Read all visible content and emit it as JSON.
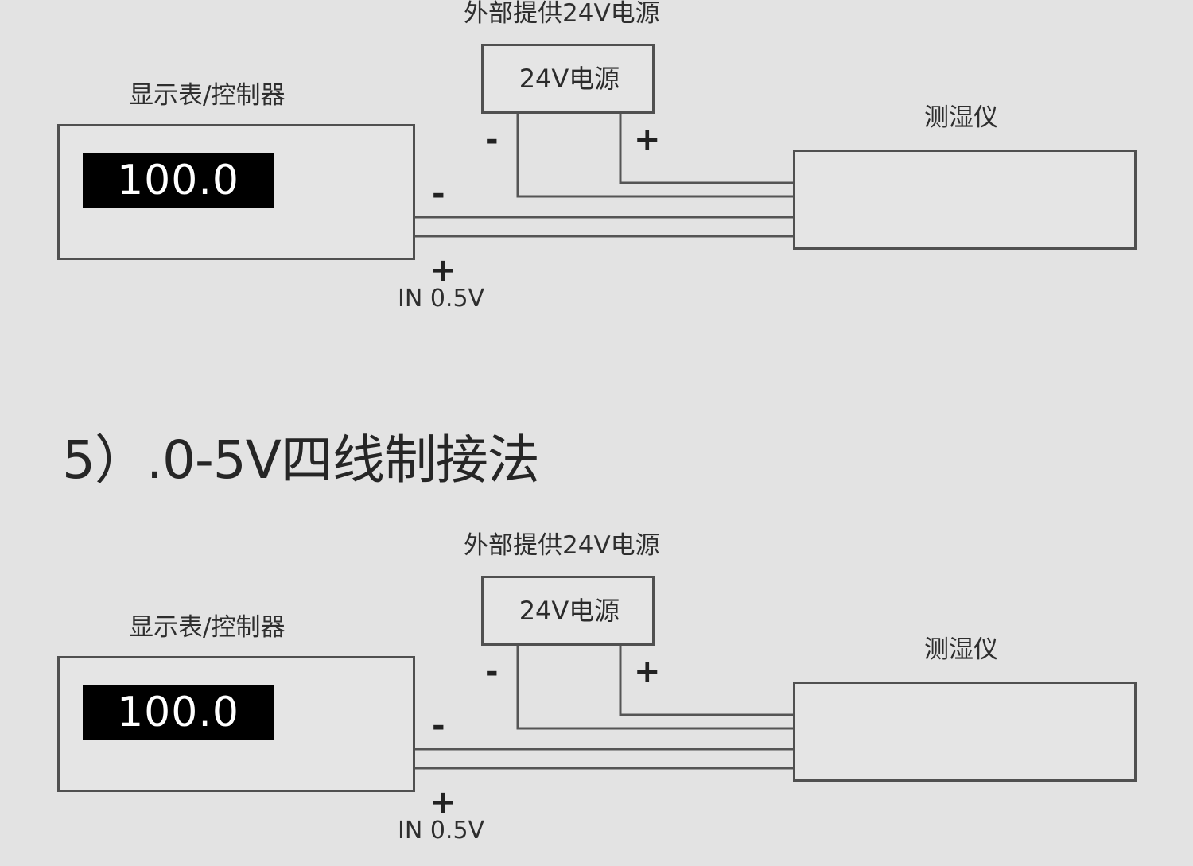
{
  "section_title": "5）.0-5V四线制接法",
  "diagrams": [
    {
      "ext_power_label": "外部提供24V电源",
      "psu_label": "24V电源",
      "controller_label": "显示表/控制器",
      "display_value": "100.0",
      "sensor_label": "测湿仪",
      "psu_minus": "-",
      "psu_plus": "+",
      "controller_minus": "-",
      "controller_plus": "+",
      "input_label": "IN 0.5V"
    },
    {
      "ext_power_label": "外部提供24V电源",
      "psu_label": "24V电源",
      "controller_label": "显示表/控制器",
      "display_value": "100.0",
      "sensor_label": "测湿仪",
      "psu_minus": "-",
      "psu_plus": "+",
      "controller_minus": "-",
      "controller_plus": "+",
      "input_label": "IN 0.5V"
    }
  ]
}
